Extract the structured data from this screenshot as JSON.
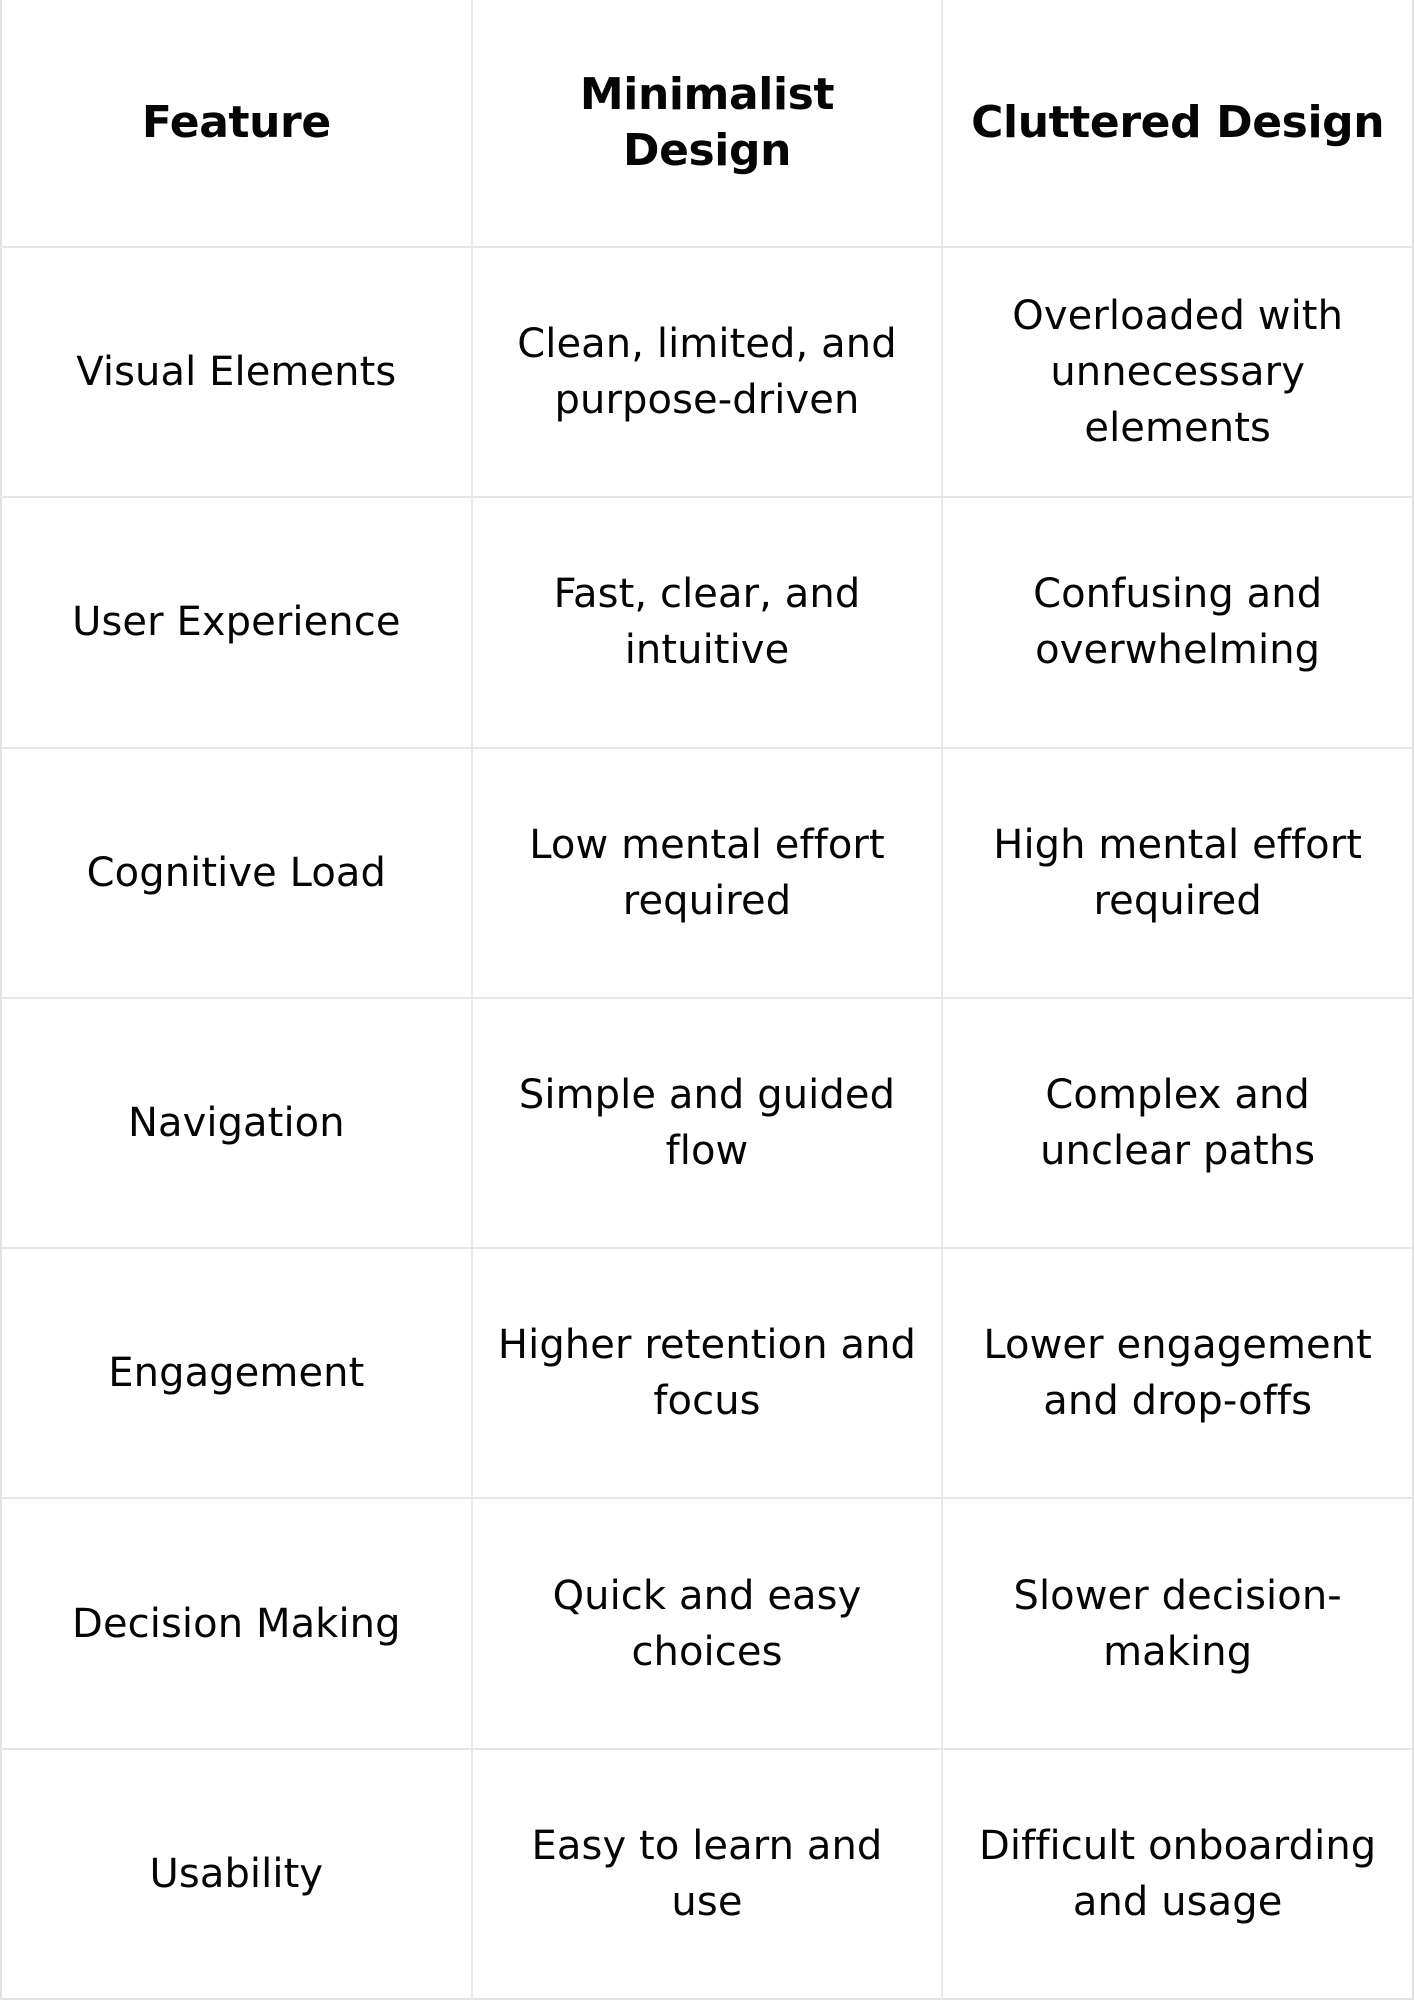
{
  "table": {
    "columns": [
      {
        "key": "feature",
        "label": "Feature"
      },
      {
        "key": "minimalist",
        "label": "Minimalist Design"
      },
      {
        "key": "cluttered",
        "label": "Cluttered Design"
      }
    ],
    "rows": [
      {
        "feature": "Visual Elements",
        "minimalist": "Clean, limited, and purpose-driven",
        "cluttered": "Overloaded with unnecessary elements"
      },
      {
        "feature": "User Experience",
        "minimalist": "Fast, clear, and intuitive",
        "cluttered": "Confusing and overwhelming"
      },
      {
        "feature": "Cognitive Load",
        "minimalist": "Low mental effort required",
        "cluttered": "High mental effort required"
      },
      {
        "feature": "Navigation",
        "minimalist": "Simple and guided flow",
        "cluttered": "Complex and unclear paths"
      },
      {
        "feature": "Engagement",
        "minimalist": "Higher retention and focus",
        "cluttered": "Lower engagement and drop-offs"
      },
      {
        "feature": "Decision Making",
        "minimalist": "Quick and easy choices",
        "cluttered": "Slower decision-making"
      },
      {
        "feature": "Usability",
        "minimalist": "Easy to learn and use",
        "cluttered": "Difficult onboarding and usage"
      }
    ]
  },
  "style": {
    "background": "#ffffff",
    "text_color": "#050505",
    "border_color": "#e6e6e6"
  }
}
